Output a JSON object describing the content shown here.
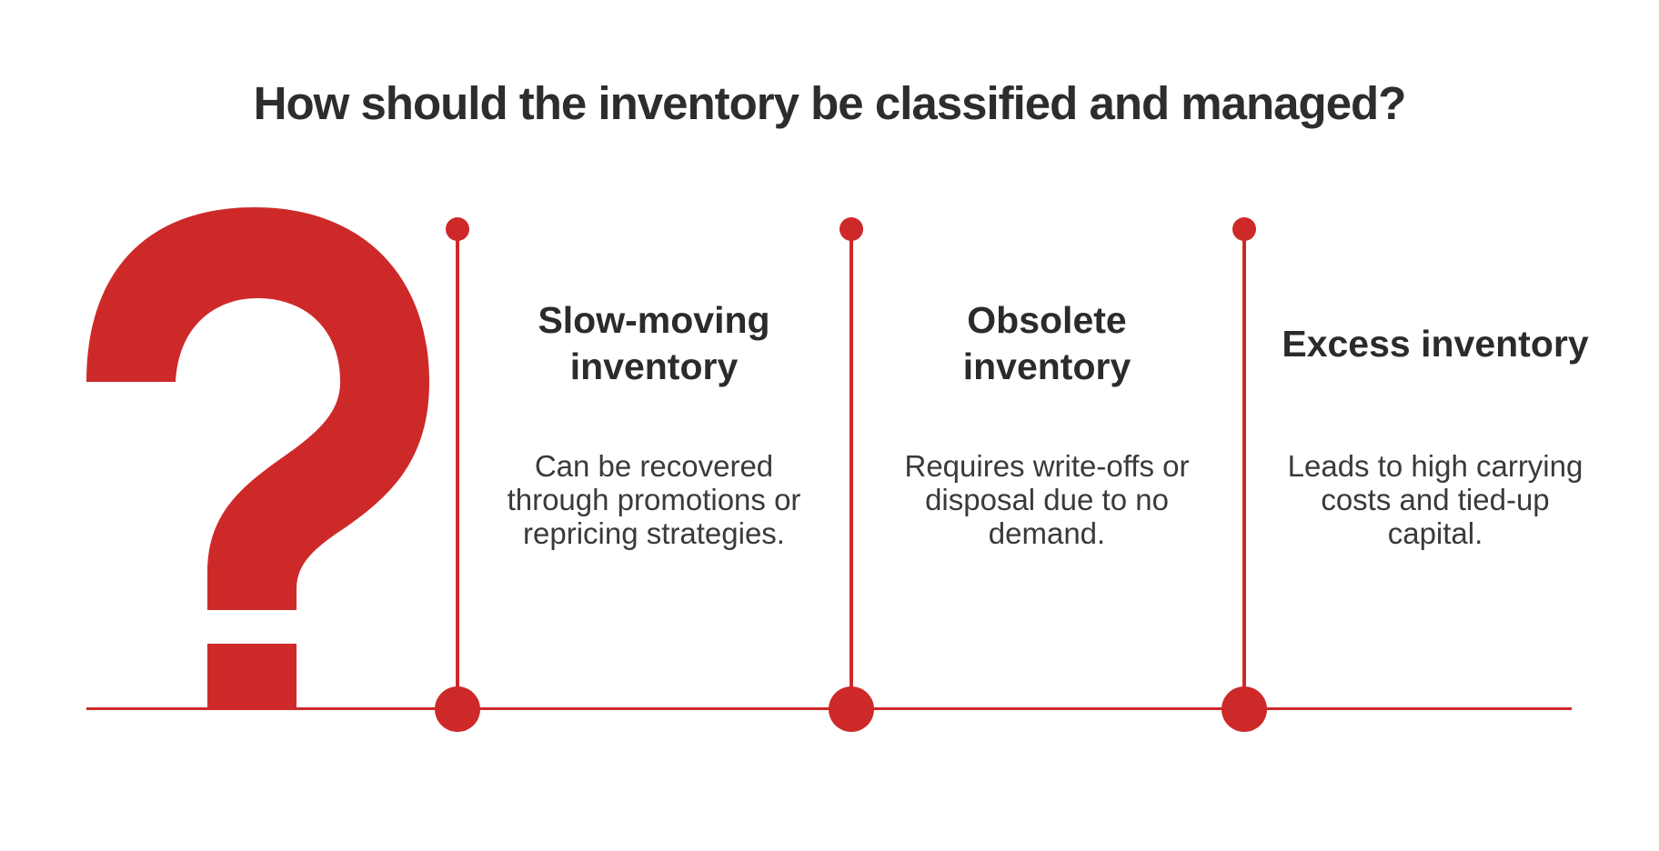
{
  "title": "How should the inventory be classified and managed?",
  "decoration": {
    "glyph": "question-mark",
    "glyph_character": "?"
  },
  "colors": {
    "accent_red": "#ce2929",
    "title_text": "#2d2d2d",
    "heading_text": "#2b2b2b",
    "body_text": "#3a3a3a",
    "background": "#ffffff"
  },
  "timeline": {
    "item_count": 3
  },
  "items": [
    {
      "heading": "Slow-moving\ninventory",
      "description": "Can be recovered\nthrough promotions or\nrepricing strategies."
    },
    {
      "heading": "Obsolete\ninventory",
      "description": "Requires write-offs or\ndisposal due to no\ndemand."
    },
    {
      "heading": "Excess inventory",
      "description": "Leads to high carrying\ncosts and tied-up\ncapital."
    }
  ]
}
